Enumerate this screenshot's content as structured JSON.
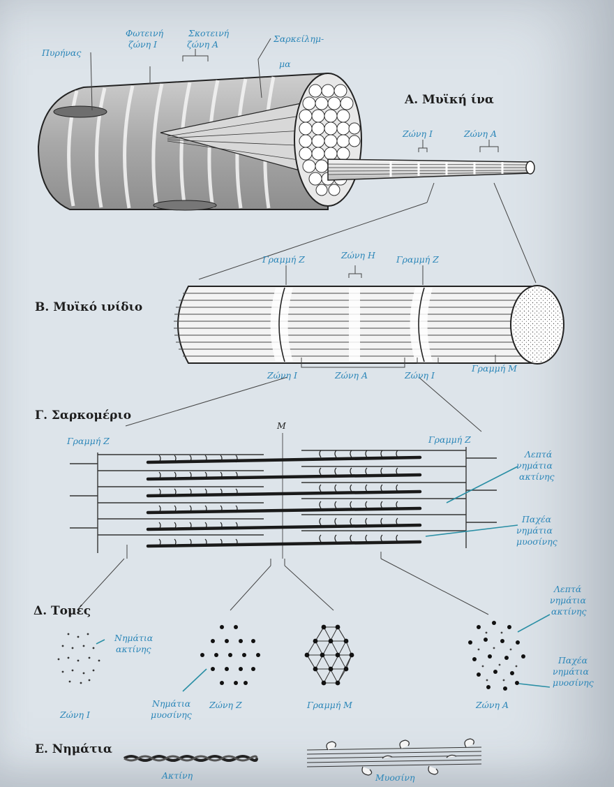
{
  "sections": {
    "A": "Α. Μυϊκή ίνα",
    "B": "Β. Μυϊκό ινίδιο",
    "C": "Γ. Σαρκομέριο",
    "D": "Δ. Τομές",
    "E": "Ε. Νημάτια"
  },
  "fiber": {
    "nucleus": "Πυρήνας",
    "light_band_1": "Φωτεινή",
    "light_band_2": "ζώνη Ι",
    "dark_band_1": "Σκοτεινή",
    "dark_band_2": "ζώνη Α",
    "sarcolemma_1": "Σαρκείλημ-",
    "sarcolemma_2": "μα",
    "zone_i": "Ζώνη Ι",
    "zone_a": "Ζώνη Α"
  },
  "myofibril": {
    "zline_left": "Γραμμή Ζ",
    "h_zone": "Ζώνη Η",
    "zline_right": "Γραμμή Ζ",
    "zone_i_left": "Ζώνη Ι",
    "zone_a": "Ζώνη Α",
    "zone_i_right": "Ζώνη Ι",
    "m_line": "Γραμμή Μ"
  },
  "sarcomere": {
    "zline_left": "Γραμμή Ζ",
    "m": "Μ",
    "zline_right": "Γραμμή Ζ",
    "thin_1": "Λεπτά",
    "thin_2": "νημάτια",
    "thin_3": "ακτίνης",
    "thick_1": "Παχέα",
    "thick_2": "νημάτια",
    "thick_3": "μυοσίνης"
  },
  "sections_cut": {
    "actin_1": "Νημάτια",
    "actin_2": "ακτίνης",
    "zone_i": "Ζώνη Ι",
    "myosin_1": "Νημάτια",
    "myosin_2": "μυοσίνης",
    "zone_z": "Ζώνη Ζ",
    "m_line": "Γραμμή Μ",
    "thin_1": "Λεπτά",
    "thin_2": "νημάτια",
    "thin_3": "ακτίνης",
    "thick_1": "Παχέα",
    "thick_2": "νημάτια",
    "thick_3": "μυοσίνης",
    "zone_a": "Ζώνη Α"
  },
  "filaments": {
    "actin": "Ακτίνη",
    "myosin": "Μυοσίνη"
  }
}
